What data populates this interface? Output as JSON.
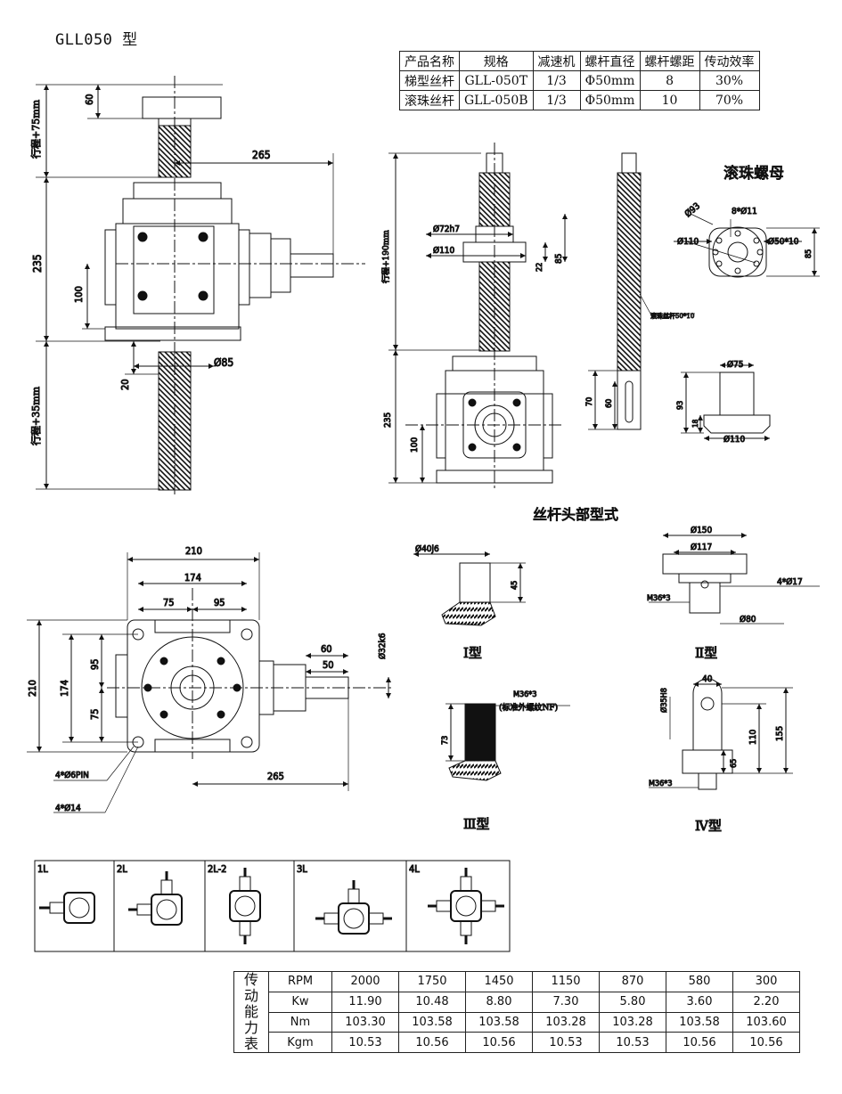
{
  "page": {
    "title": "GLL050 型"
  },
  "spec_table": {
    "headers": [
      "产品名称",
      "规格",
      "减速机",
      "螺杆直径",
      "螺杆螺距",
      "传动效率"
    ],
    "rows": [
      [
        "梯型丝杆",
        "GLL-050T",
        "1/3",
        "Φ50mm",
        "8",
        "30%"
      ],
      [
        "滚珠丝杆",
        "GLL-050B",
        "1/3",
        "Φ50mm",
        "10",
        "70%"
      ]
    ]
  },
  "front_view": {
    "dims": {
      "d60": "60",
      "travel_top": "行程+75mm",
      "d265": "265",
      "d235": "235",
      "d100": "100",
      "d20": "20",
      "phi85": "Ø85",
      "travel_bottom": "行程+35mm"
    }
  },
  "side_view": {
    "dims": {
      "phi72": "Ø72h7",
      "phi110": "Ø110",
      "d22": "22",
      "d85": "85",
      "travel": "行程+190mm",
      "d235": "235",
      "d100": "100"
    }
  },
  "ballscrew": {
    "callout": "滚珠丝杆50*10",
    "d70": "70",
    "d60": "60"
  },
  "ball_nut": {
    "title": "滚珠螺母",
    "holes": "8*Ø11",
    "phi93": "Ø93",
    "phi110": "Ø110",
    "phi50": "Ø50*10",
    "d85": "85",
    "phi75": "Ø75",
    "d93": "93",
    "d18": "18",
    "phi110b": "Ø110"
  },
  "top_view": {
    "dims": {
      "d210": "210",
      "d174": "174",
      "d75": "75",
      "d95": "95",
      "d210v": "210",
      "d174v": "174",
      "d95v": "95",
      "d75v": "75",
      "d60": "60",
      "d50": "50",
      "phi32": "Ø32k6",
      "pin": "4*Ø6PIN",
      "holes": "4*Ø14",
      "d265": "265"
    }
  },
  "screw_heads": {
    "title": "丝杆头部型式",
    "type1": {
      "label": "Ⅰ型",
      "phi": "Ø40j6",
      "d45": "45"
    },
    "type2": {
      "label": "Ⅱ型",
      "phi150": "Ø150",
      "phi117": "Ø117",
      "holes": "4*Ø17",
      "thread": "M36*3",
      "phi80": "Ø80"
    },
    "type3": {
      "label": "Ⅲ型",
      "thread": "M36*3",
      "note": "(标准外螺纹NF)",
      "d73": "73"
    },
    "type4": {
      "label": "Ⅳ型",
      "d40": "40",
      "phi35": "Ø35H8",
      "d110": "110",
      "d155": "155",
      "d65": "65",
      "thread": "M36*3"
    }
  },
  "configurations": [
    {
      "label": "1L"
    },
    {
      "label": "2L"
    },
    {
      "label": "2L-2"
    },
    {
      "label": "3L"
    },
    {
      "label": "4L"
    }
  ],
  "capacity_table": {
    "side_label": "传动能力表",
    "rows": [
      {
        "name": "RPM",
        "values": [
          "2000",
          "1750",
          "1450",
          "1150",
          "870",
          "580",
          "300"
        ]
      },
      {
        "name": "Kw",
        "values": [
          "11.90",
          "10.48",
          "8.80",
          "7.30",
          "5.80",
          "3.60",
          "2.20"
        ]
      },
      {
        "name": "Nm",
        "values": [
          "103.30",
          "103.58",
          "103.58",
          "103.28",
          "103.28",
          "103.58",
          "103.60"
        ]
      },
      {
        "name": "Kgm",
        "values": [
          "10.53",
          "10.56",
          "10.56",
          "10.53",
          "10.53",
          "10.56",
          "10.56"
        ]
      }
    ]
  }
}
